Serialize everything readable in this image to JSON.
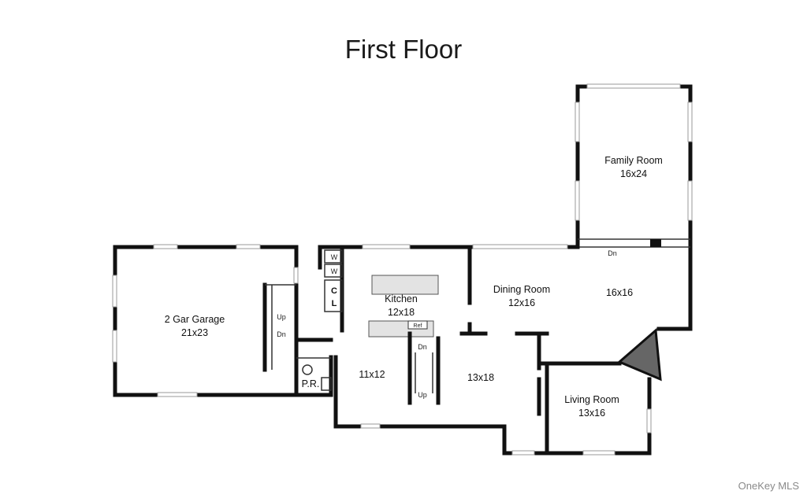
{
  "title": "First Floor",
  "watermark": "OneKey MLS",
  "rooms": [
    {
      "id": "family",
      "name": "Family Room",
      "size": "16x24"
    },
    {
      "id": "garage",
      "name": "2 Gar Garage",
      "size": "21x23"
    },
    {
      "id": "kitchen",
      "name": "Kitchen",
      "size": "12x18"
    },
    {
      "id": "dining",
      "name": "Dining Room",
      "size": "12x16"
    },
    {
      "id": "room16",
      "name": "",
      "size": "16x16"
    },
    {
      "id": "room11",
      "name": "",
      "size": "11x12"
    },
    {
      "id": "room13",
      "name": "",
      "size": "13x18"
    },
    {
      "id": "living",
      "name": "Living Room",
      "size": "13x16"
    },
    {
      "id": "pr",
      "name": "P.R.",
      "size": ""
    }
  ],
  "labels": {
    "up": "Up",
    "dn": "Dn",
    "ref": "Ref",
    "washer": "W",
    "dryer": "W",
    "closet_c": "C",
    "closet_l": "L"
  }
}
